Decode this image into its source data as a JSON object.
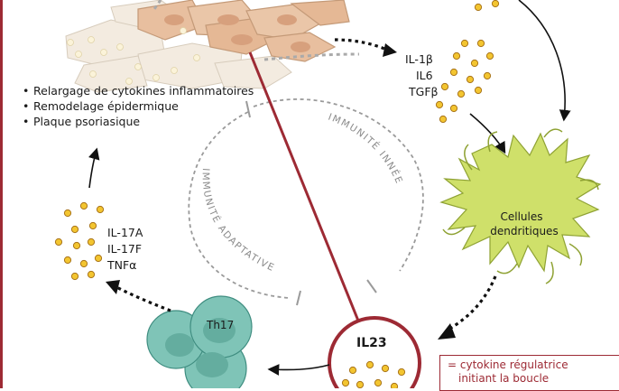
{
  "cytokines_top": [
    "IL-1β",
    "IL6",
    "TGFβ"
  ],
  "cytokines_th17": [
    "IL-17A",
    "IL-17F",
    "TNFα"
  ],
  "effects": [
    "Relargage de cytokines inflammatoires",
    "Remodelage épidermique",
    "Plaque psoriasique"
  ],
  "dendritic_label": [
    "Cellules",
    "dendritiques"
  ],
  "th17_label": "Th17",
  "il23_label": "IL23",
  "innate_label": "IMMUNITÉ INNÉE",
  "adaptive_label": "IMMUNITÉ ADAPTATIVE",
  "regulatory_note": [
    "= cytokine régulatrice",
    "initiant la boucle"
  ],
  "colors": {
    "accent": "#9d2a34",
    "dot_fill": "#f3c530",
    "dot_stroke": "#a8741a",
    "dendritic": "#cfe06a",
    "th17": "#7fc4b7",
    "skin": "#e8bf9f",
    "skin_pale": "#f3ebe0"
  }
}
